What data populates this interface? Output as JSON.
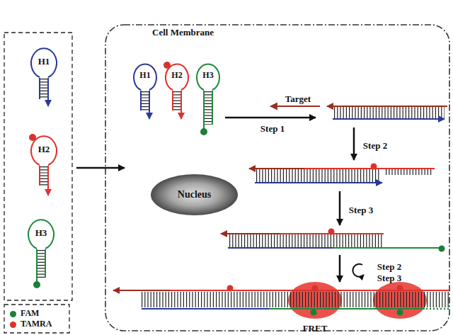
{
  "diagram": {
    "nodes": [
      {
        "text": [
          "H1"
        ]
      },
      {
        "text": [
          "H2"
        ]
      },
      {
        "text": [
          "H3"
        ]
      },
      {
        "text": [
          "Cell Membrane"
        ]
      },
      {
        "text": [
          "H1"
        ],
        "in": 3
      },
      {
        "text": [
          "H2"
        ],
        "in": 3
      },
      {
        "text": [
          "H3"
        ],
        "in": 3
      },
      {
        "text": [
          "Nucleus"
        ],
        "in": 3
      }
    ],
    "labels": [
      "Target",
      "Step 1",
      "Step 2",
      "Step 3",
      "Step 2",
      "Step 3",
      "FRET"
    ],
    "legend": [
      {
        "text": "FAM",
        "color": "#1a7f3a"
      },
      {
        "text": "TAMRA",
        "color": "#d9342b"
      }
    ]
  }
}
